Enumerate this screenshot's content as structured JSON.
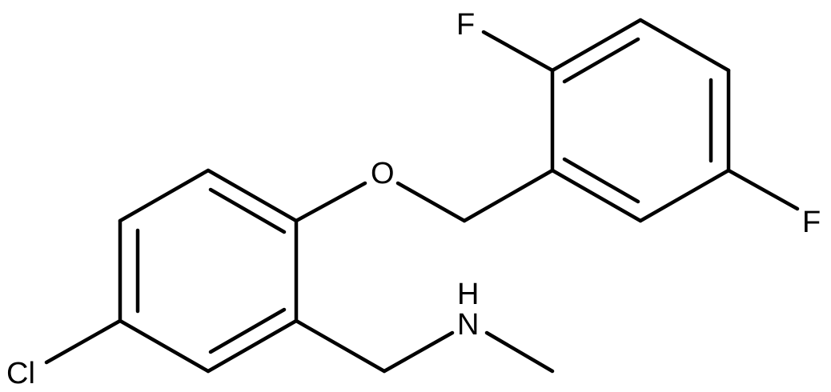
{
  "structure": {
    "atoms": {
      "fluorine_top": {
        "symbol": "F"
      },
      "fluorine_right": {
        "symbol": "F"
      },
      "oxygen": {
        "symbol": "O"
      },
      "nitrogen": {
        "symbol": "N"
      },
      "hydrogen": {
        "symbol": "H"
      },
      "chlorine": {
        "symbol": "Cl"
      }
    }
  }
}
